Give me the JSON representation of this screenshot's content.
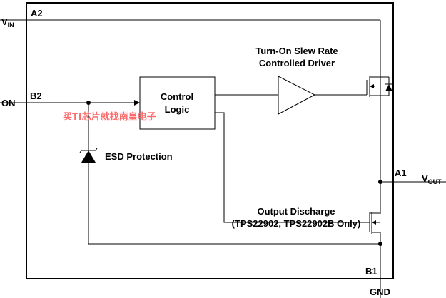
{
  "pins": {
    "vin": {
      "main": "V",
      "sub": "IN"
    },
    "a2": "A2",
    "on": "ON",
    "b2": "B2",
    "a1": "A1",
    "vout": {
      "main": "V",
      "sub": "OUT"
    },
    "b1": "B1",
    "gnd": "GND"
  },
  "blocks": {
    "control_logic": [
      "Control",
      "Logic"
    ],
    "driver_title": [
      "Turn-On Slew Rate",
      "Controlled Driver"
    ],
    "esd": "ESD Protection",
    "output_discharge": [
      "Output Discharge",
      "(TPS22902, TPS22902B Only)"
    ]
  },
  "watermark": "买TI芯片就找南皇电子"
}
